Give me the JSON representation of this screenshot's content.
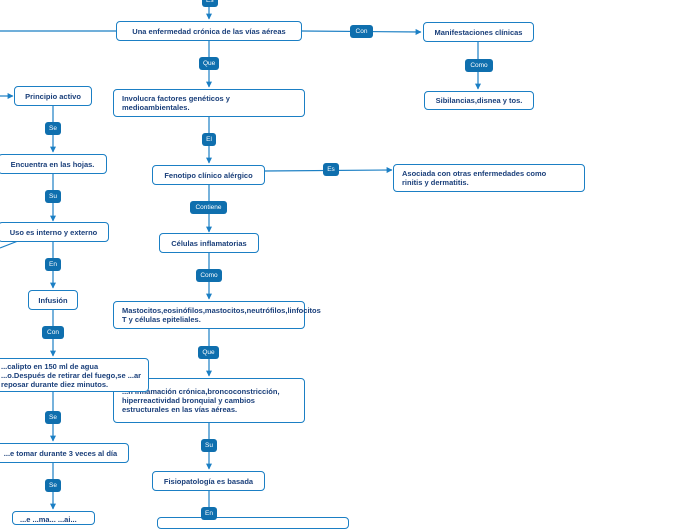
{
  "nodes": {
    "enfermedad": "Una enfermedad crónica de las vías aéreas",
    "manifestaciones": "Manifestaciones clínicas",
    "sibilancias": "Sibilancias,disnea y tos.",
    "factores": "Involucra factores genéticos y medioambientales.",
    "fenotipo": "Fenotipo clínico alérgico",
    "asociada": "Asociada con otras enfermedades como rinitis y dermatitis.",
    "celulas": "Células inflamatorias",
    "mastocitos": "Mastocitos,eosinófilos,mastocitos,neutrófilos,linfocitos T y células epiteliales.",
    "inflamacion": "...n inflamación crónica,broncoconstricción, hiperreactividad bronquial y cambios estructurales en las vías aéreas.",
    "fisiopatologia": "Fisiopatología es basada",
    "principio": "Principio activo",
    "hojas": "Encuentra en las hojas.",
    "uso": "Uso es interno y externo",
    "infusion": "Infusión",
    "eucalipto": "...calipto en 150 ml de agua ...o.Después de retirar del fuego,se ...ar reposar durante diez minutos.",
    "tomar": "...e tomar durante 3 veces al día",
    "bottom_left": "...e ...ma...  ...ai..."
  },
  "labels": {
    "es_top": "Es",
    "con": "Con",
    "que_1": "Que",
    "como_1": "Como",
    "el": "El",
    "es_mid": "Es",
    "contiene": "Contiene",
    "como_2": "Como",
    "que_2": "Que",
    "su_1": "Su",
    "en_1": "En",
    "se_1": "Se",
    "su_2": "Su",
    "en_2": "En",
    "con_2": "Con",
    "se_2": "Se",
    "se_3": "Se"
  },
  "colors": {
    "line": "#1b7fc4",
    "label_bg": "#0f6fae",
    "node_text": "#1a3f7a"
  }
}
